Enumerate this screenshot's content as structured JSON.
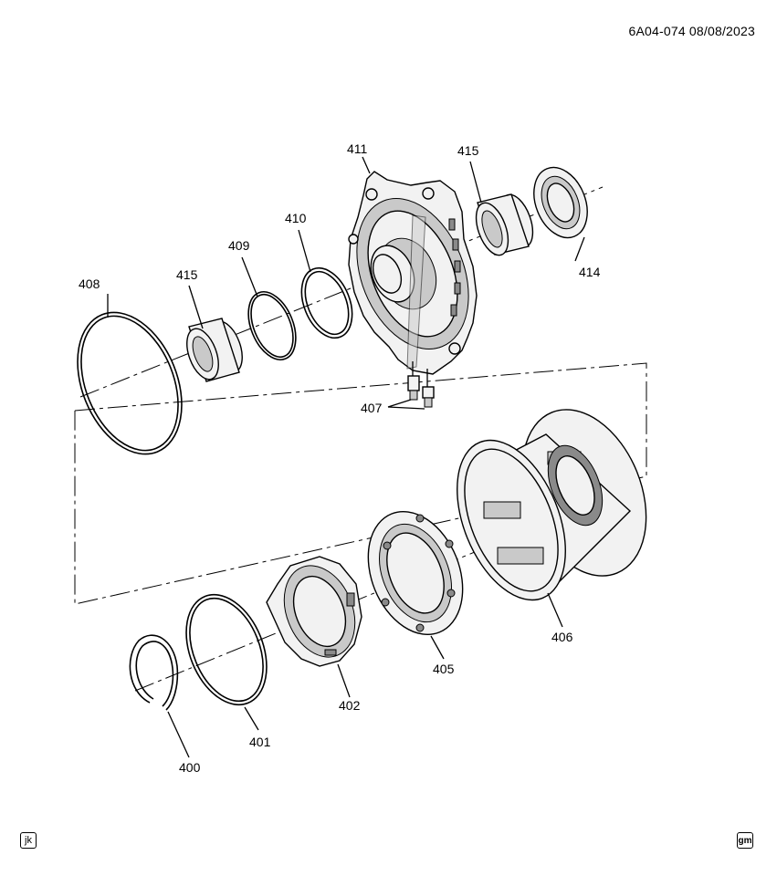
{
  "header": {
    "diagram_code": "6A04-074  08/08/2023"
  },
  "callouts": {
    "c400": "400",
    "c401": "401",
    "c402": "402",
    "c405": "405",
    "c406": "406",
    "c407": "407",
    "c408": "408",
    "c409": "409",
    "c410": "410",
    "c411": "411",
    "c414": "414",
    "c415a": "415",
    "c415b": "415"
  },
  "footer": {
    "left_badge": "jk",
    "right_badge": "gm"
  }
}
